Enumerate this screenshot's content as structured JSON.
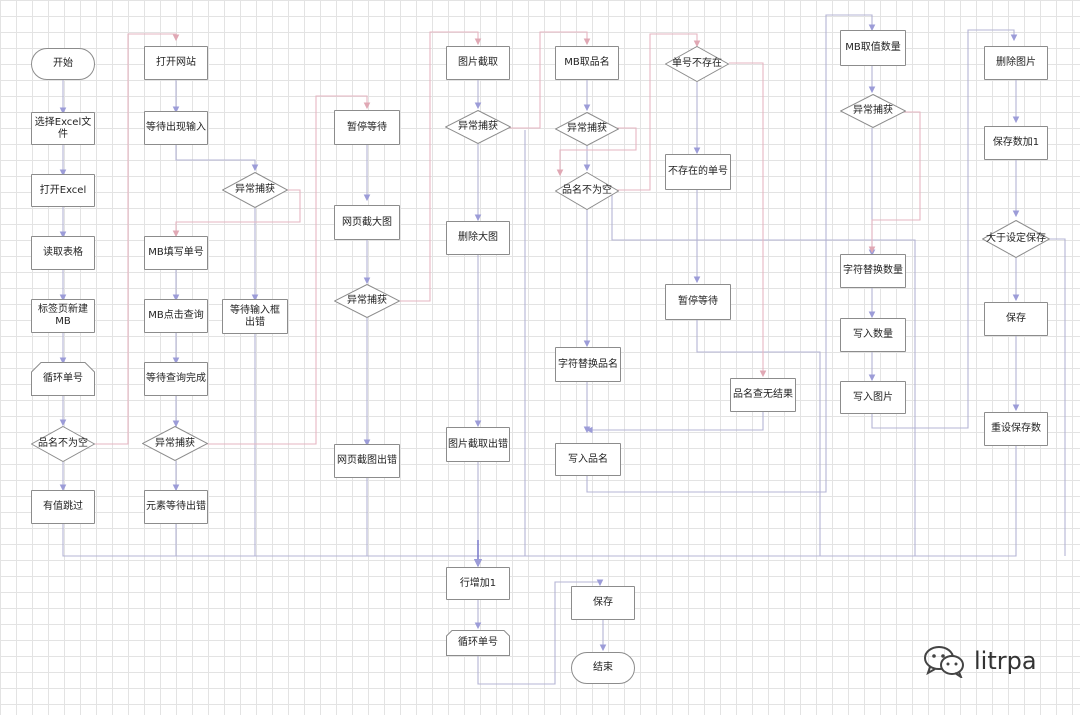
{
  "nodes": {
    "start": "开始",
    "select_excel": "选择Excel文件",
    "open_excel": "打开Excel",
    "read_table": "读取表格",
    "new_tab_mb": "标签页新建MB",
    "loop_no": "循环单号",
    "name_not_empty_1": "品名不为空",
    "has_value_skip": "有值跳过",
    "open_site": "打开网站",
    "wait_input": "等待出现输入",
    "catch_1": "异常捕获",
    "mb_fill_no": "MB填写单号",
    "mb_click_query": "MB点击查询",
    "wait_query_done": "等待查询完成",
    "catch_2": "异常捕获",
    "element_wait_err": "元素等待出错",
    "wait_input_err": "等待输入框出错",
    "pause_wait_1": "暂停等待",
    "page_big_shot": "网页截大图",
    "catch_3": "异常捕获",
    "page_shot_err": "网页截图出错",
    "img_crop": "图片截取",
    "catch_4": "异常捕获",
    "delete_big_img": "删除大图",
    "img_crop_err": "图片截取出错",
    "mb_get_name": "MB取品名",
    "catch_5": "异常捕获",
    "name_not_empty_2": "品名不为空",
    "replace_name": "字符替换品名",
    "write_name": "写入品名",
    "no_not_exist": "单号不存在",
    "nonexist_no": "不存在的单号",
    "pause_wait_2": "暂停等待",
    "name_no_result": "品名查无结果",
    "mb_get_qty": "MB取值数量",
    "catch_6": "异常捕获",
    "replace_qty": "字符替换数量",
    "write_qty": "写入数量",
    "write_img": "写入图片",
    "delete_img": "删除图片",
    "save_count_inc": "保存数加1",
    "gt_save": "大于设定保存",
    "save_1": "保存",
    "reset_save_count": "重设保存数",
    "row_inc": "行增加1",
    "loop_no_2": "循环单号",
    "save_2": "保存",
    "end": "结束"
  },
  "watermark": {
    "text": "litrpa",
    "icon": "wechat-icon"
  },
  "colors": {
    "node_border": "#8c8c8c",
    "edge_purple": "#9c9cd8",
    "edge_pink": "#e8b0bc",
    "edge_gray": "#b8b8c8",
    "grid": "#e3e3e3"
  }
}
